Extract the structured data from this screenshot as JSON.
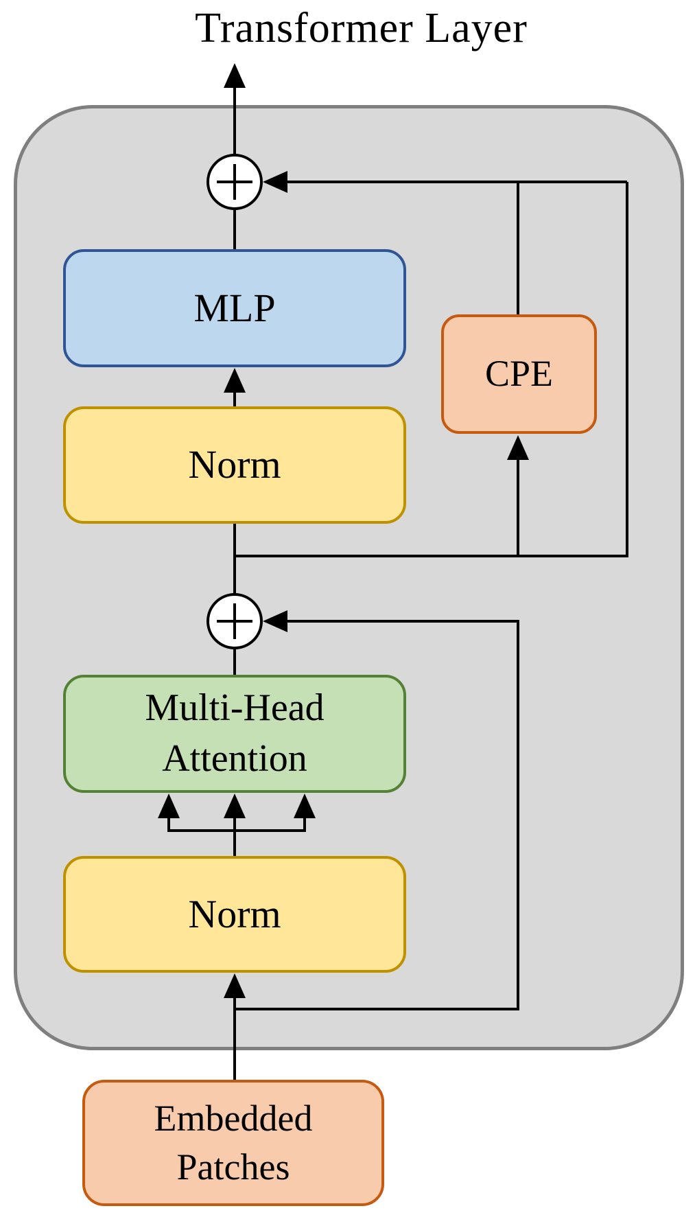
{
  "title": "Transformer Layer",
  "nodes": {
    "mlp": {
      "label": "MLP"
    },
    "norm_top": {
      "label": "Norm"
    },
    "cpe": {
      "label": "CPE"
    },
    "mha": {
      "line1": "Multi-Head",
      "line2": "Attention"
    },
    "norm_bottom": {
      "label": "Norm"
    },
    "embedded_patches": {
      "line1": "Embedded",
      "line2": "Patches"
    }
  },
  "operators": {
    "sum_top": {
      "icon": "plus"
    },
    "sum_mid": {
      "icon": "plus"
    }
  },
  "colors": {
    "container_fill": "#d9d9d9",
    "container_border": "#7f7f7f",
    "blue_fill": "#bdd7ee",
    "blue_border": "#2f5597",
    "yellow_fill": "#ffe699",
    "yellow_border": "#bf9000",
    "green_fill": "#c5e0b4",
    "green_border": "#538135",
    "orange_fill": "#f8cbad",
    "orange_border": "#c55a11",
    "line_color": "#000000"
  }
}
